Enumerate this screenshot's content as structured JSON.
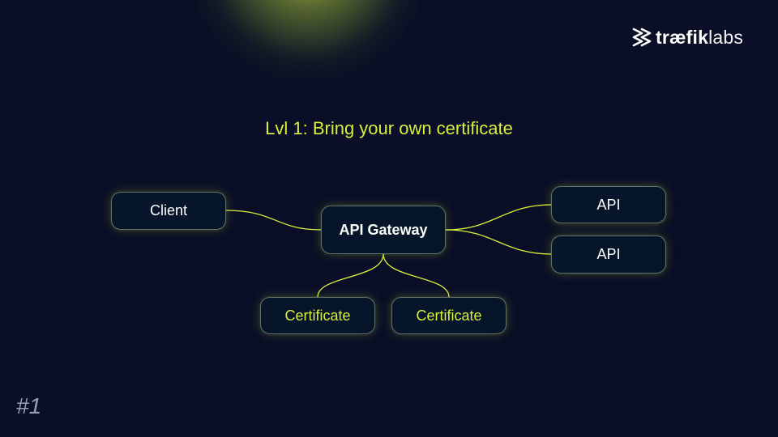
{
  "brand": {
    "logo_strong": "træfik",
    "logo_light": "labs"
  },
  "title": "Lvl 1: Bring your own certificate",
  "diagram": {
    "nodes": {
      "client": "Client",
      "gateway": "API Gateway",
      "api_1": "API",
      "api_2": "API",
      "certificate_1": "Certificate",
      "certificate_2": "Certificate"
    },
    "connections": [
      [
        "client",
        "gateway"
      ],
      [
        "gateway",
        "api_1"
      ],
      [
        "gateway",
        "api_2"
      ],
      [
        "gateway",
        "certificate_1"
      ],
      [
        "gateway",
        "certificate_2"
      ]
    ]
  },
  "page_number": "#1",
  "colors": {
    "background": "#0a0e26",
    "accent": "#d9ef3c",
    "node_fill": "#07152a",
    "node_border": "#5e7067"
  }
}
